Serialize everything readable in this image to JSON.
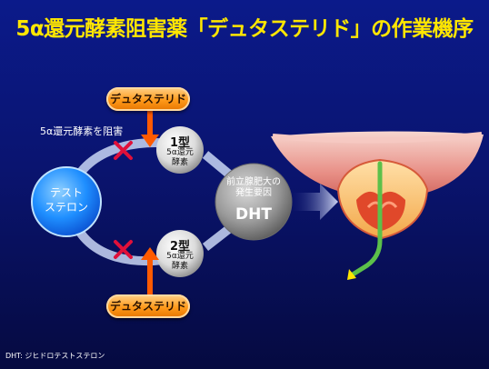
{
  "title": "5α還元酵素阻害薬「デュタステリド」の作業機序",
  "drug_top": "デュタステリド",
  "drug_bottom": "デュタステリド",
  "inhibit_label": "5α還元酵素を阻害",
  "testosterone": "テスト\nステロン",
  "enzyme_type1": {
    "number": "1型",
    "name": "5α還元\n酵素"
  },
  "enzyme_type2": {
    "number": "2型",
    "name": "5α還元\n酵素"
  },
  "dht": {
    "subtitle": "前立腺肥大の\n発生要因",
    "label": "DHT"
  },
  "footnote": "DHT: ジヒドロテストステロン",
  "colors": {
    "title": "#ffe600",
    "drug_box": "#ff9a1a",
    "testosterone": "#1f8fff",
    "inhibit_mark": "#e0103a",
    "arrow": "#ff5a00"
  }
}
